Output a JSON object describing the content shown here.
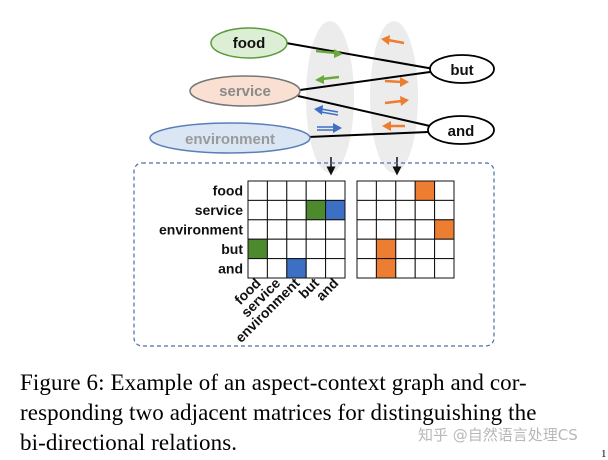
{
  "nodes": {
    "food": "food",
    "service": "service",
    "environment": "environment",
    "but": "but",
    "and": "and"
  },
  "matrix": {
    "row_labels": [
      "food",
      "service",
      "environment",
      "but",
      "and"
    ],
    "col_labels": [
      "food",
      "service",
      "environment",
      "but",
      "and"
    ],
    "left_filled": [
      {
        "row": 1,
        "col": 3,
        "color": "#4d8a2e"
      },
      {
        "row": 1,
        "col": 4,
        "color": "#3d6fc4"
      },
      {
        "row": 3,
        "col": 0,
        "color": "#4d8a2e"
      },
      {
        "row": 4,
        "col": 2,
        "color": "#3d6fc4"
      }
    ],
    "right_filled": [
      {
        "row": 0,
        "col": 3,
        "color": "#ec7d31"
      },
      {
        "row": 2,
        "col": 4,
        "color": "#ec7d31"
      },
      {
        "row": 3,
        "col": 1,
        "color": "#ec7d31"
      },
      {
        "row": 4,
        "col": 1,
        "color": "#ec7d31"
      }
    ]
  },
  "colors": {
    "food_fill": "#dcefd4",
    "food_stroke": "#5a9a3c",
    "service_fill": "#f9e0d2",
    "service_stroke": "#777777",
    "environment_fill": "#dbe6f5",
    "environment_stroke": "#5a7fb8",
    "green": "#6aaa3a",
    "blue": "#3d6fc4",
    "orange": "#ec7d31",
    "box_stroke": "#4a6fa5"
  },
  "caption": {
    "line1": "Figure 6: Example of an aspect-context graph and cor-",
    "line2": "responding two adjacent matrices for distinguishing the",
    "line3": "bi-directional relations."
  },
  "watermark": "知乎 @自然语言处理CS",
  "corner": "1"
}
